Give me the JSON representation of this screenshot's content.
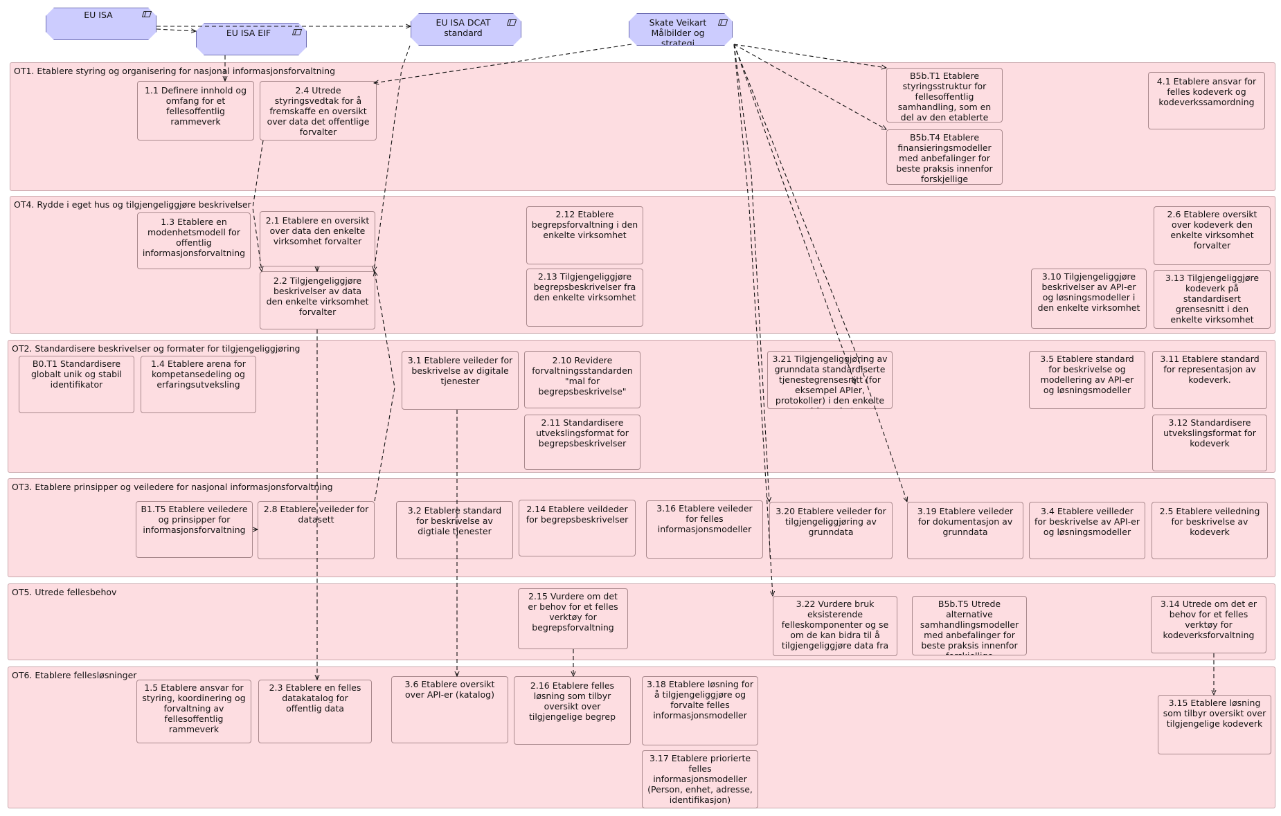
{
  "groups": {
    "ot1": "OT1. Etablere styring og organisering for nasjonal informasjonsforvaltning",
    "ot4": "OT4. Rydde i eget hus og tilgjengeliggjøre beskrivelser",
    "ot2": "OT2. Standardisere beskrivelser og formater for tilgjengeliggjøring",
    "ot3": "OT3. Etablere prinsipper og veiledere for nasjonal informasjonsforvaltning",
    "ot5": "OT5. Utrede fellesbehov",
    "ot6": "OT6. Etablere fellesløsninger"
  },
  "external": {
    "eu_isa": "EU ISA",
    "eu_isa_eif": "EU ISA EIF",
    "eu_isa_dcat": "EU ISA DCAT standard",
    "skate": "Skate Veikart Målbilder og strategi"
  },
  "nodes": {
    "n1_1": "1.1 Definere innhold og omfang for et fellesoffentlig rammeverk",
    "n2_4": "2.4  Utrede styringsvedtak for å fremskaffe en oversikt over data det offentlige forvalter",
    "b5b_t1": "B5b.T1 Etablere styringsstruktur for fellesoffentlig samhandling, som en del av den etablerte",
    "b5b_t4": "B5b.T4 Etablere finansieringsmodeller med anbefalinger for beste praksis innenfor forskjellige",
    "n4_1": "4.1 Etablere ansvar for felles kodeverk og kodeverkssamordning",
    "n1_3": "1.3 Etablere en modenhetsmodell for offentlig informasjonsforvaltning",
    "n2_1": "2.1 Etablere en oversikt over data den enkelte virksomhet forvalter",
    "n2_2": "2.2 Tilgjengeliggjøre beskrivelser av data den enkelte virksomhet forvalter",
    "n2_12": "2.12 Etablere begrepsforvaltning i den enkelte virksomhet",
    "n2_13": "2.13 Tilgjengeliggjøre begrepsbeskrivelser fra den enkelte virksomhet",
    "n3_10": "3.10 Tilgjengeliggjøre beskrivelser av API-er og løsningsmodeller i den enkelte virksomhet",
    "n2_6": "2.6 Etablere oversikt over kodeverk den enkelte virksomhet forvalter",
    "n3_13": "3.13 Tilgjengeliggjøre kodeverk på standardisert grensesnitt i den enkelte virksomhet",
    "b0_t1": "B0.T1 Standardisere globalt unik og stabil identifikator",
    "n1_4": "1.4 Etablere arena for kompetansedeling og erfaringsutveksling",
    "n3_1": "3.1 Etablere veileder for beskrivelse av digitale tjenester",
    "n2_10": "2.10 Revidere forvaltningsstandarden \"mal for begrepsbeskrivelse\"",
    "n2_11": "2.11 Standardisere utvekslingsformat for begrepsbeskrivelser",
    "n3_21": "3.21 Tilgjengeliggjøring av grunndata standardiserte tjenestegrensesnitt (for eksempel APIer, protokoller) i den enkelte virksomhet",
    "n3_5": "3.5 Etablere standard for beskrivelse og modellering av API-er og løsningsmodeller",
    "n3_11": "3.11 Etablere standard for representasjon av kodeverk.",
    "n3_12": "3.12 Standardisere utvekslingsformat for kodeverk",
    "b1_t5": "B1.T5 Etablere veiledere og prinsipper for informasjonsforvaltning",
    "n2_8": "2.8 Etablere veileder for datasett",
    "n3_2": "3.2 Etablere standard for beskrivelse av digtiale tjenester",
    "n2_14": "2.14 Etablere veildeder for begrepsbeskrivelser",
    "n3_16": "3.16 Etablere veileder for felles informasjonsmodeller",
    "n3_20": "3.20 Etablere veileder for tilgjengeliggjøring av grunndata",
    "n3_19": "3.19 Etablere veileder for dokumentasjon av grunndata",
    "n3_4": "3.4 Etablere veilleder for beskrivelse av API-er og løsningsmodeller",
    "n2_5": "2.5 Etablere veiledning for beskrivelse av kodeverk",
    "n2_15": "2.15 Vurdere om det er behov for et felles verktøy for begrepsforvaltning",
    "n3_22": "3.22 Vurdere bruk eksisterende felleskomponenter og se om de kan bidra til å tilgjengeliggjøre data fra",
    "b5b_t5": "B5b.T5 Utrede alternative samhandlingsmodeller med anbefalinger for beste praksis innenfor forskjellige",
    "n3_14": "3.14 Utrede om det er behov for et felles verktøy for kodeverksforvaltning",
    "n1_5": "1.5 Etablere ansvar for styring, koordinering og forvaltning av fellesoffentlig rammeverk",
    "n2_3": "2.3 Etablere en felles datakatalog for offentlig data",
    "n3_6": "3.6 Etablere oversikt over API-er (katalog)",
    "n2_16": "2.16 Etablere felles løsning som tilbyr oversikt over tilgjengelige begrep",
    "n3_18": "3.18 Etablere løsning for å tilgjengeliggjøre og forvalte felles informasjonsmodeller",
    "n3_17": "3.17 Etablere priorierte felles informasjonsmodeller (Person, enhet, adresse, identifikasjon)",
    "n3_15": "3.15 Etablere løsning som tilbyr oversikt over tilgjengelige kodeverk"
  },
  "colors": {
    "group_fill": "#fddde1",
    "external_fill": "#ccccfe",
    "edge": "#111111"
  },
  "icons": {
    "external": "archimate-application-icon"
  }
}
